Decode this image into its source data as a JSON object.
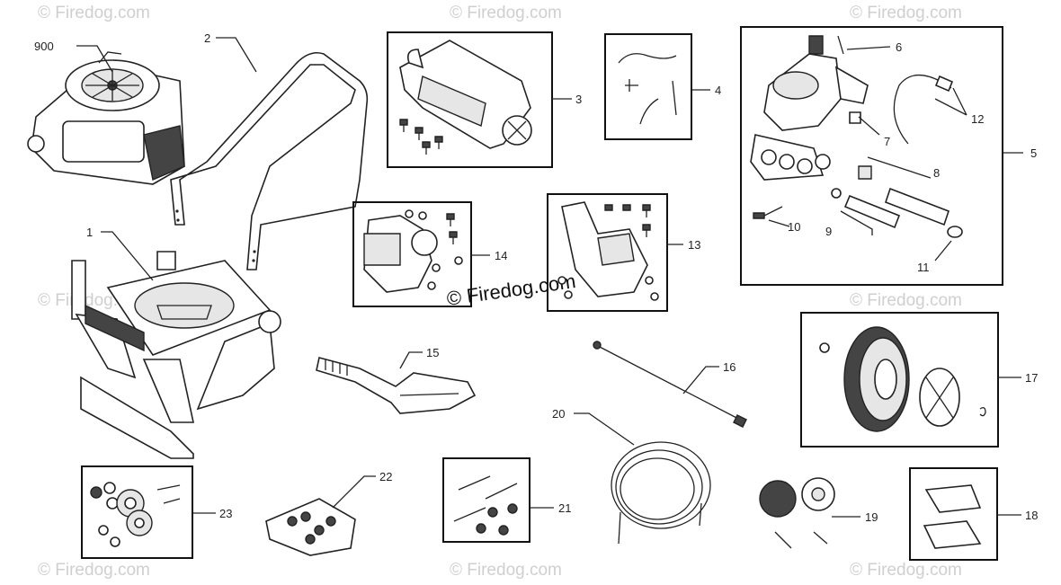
{
  "watermark": {
    "text": "© Firedog.com",
    "center_text": "© Firedog.com"
  },
  "callouts": [
    {
      "id": "c900",
      "label": "900"
    },
    {
      "id": "c1",
      "label": "1"
    },
    {
      "id": "c2",
      "label": "2"
    },
    {
      "id": "c3",
      "label": "3"
    },
    {
      "id": "c4",
      "label": "4"
    },
    {
      "id": "c5",
      "label": "5"
    },
    {
      "id": "c6",
      "label": "6"
    },
    {
      "id": "c7",
      "label": "7"
    },
    {
      "id": "c8",
      "label": "8"
    },
    {
      "id": "c9",
      "label": "9"
    },
    {
      "id": "c10",
      "label": "10"
    },
    {
      "id": "c11",
      "label": "11"
    },
    {
      "id": "c12",
      "label": "12"
    },
    {
      "id": "c13",
      "label": "13"
    },
    {
      "id": "c14",
      "label": "14"
    },
    {
      "id": "c15",
      "label": "15"
    },
    {
      "id": "c16",
      "label": "16"
    },
    {
      "id": "c17",
      "label": "17"
    },
    {
      "id": "c18",
      "label": "18"
    },
    {
      "id": "c19",
      "label": "19"
    },
    {
      "id": "c20",
      "label": "20"
    },
    {
      "id": "c21",
      "label": "21"
    },
    {
      "id": "c22",
      "label": "22"
    },
    {
      "id": "c23",
      "label": "23"
    }
  ]
}
